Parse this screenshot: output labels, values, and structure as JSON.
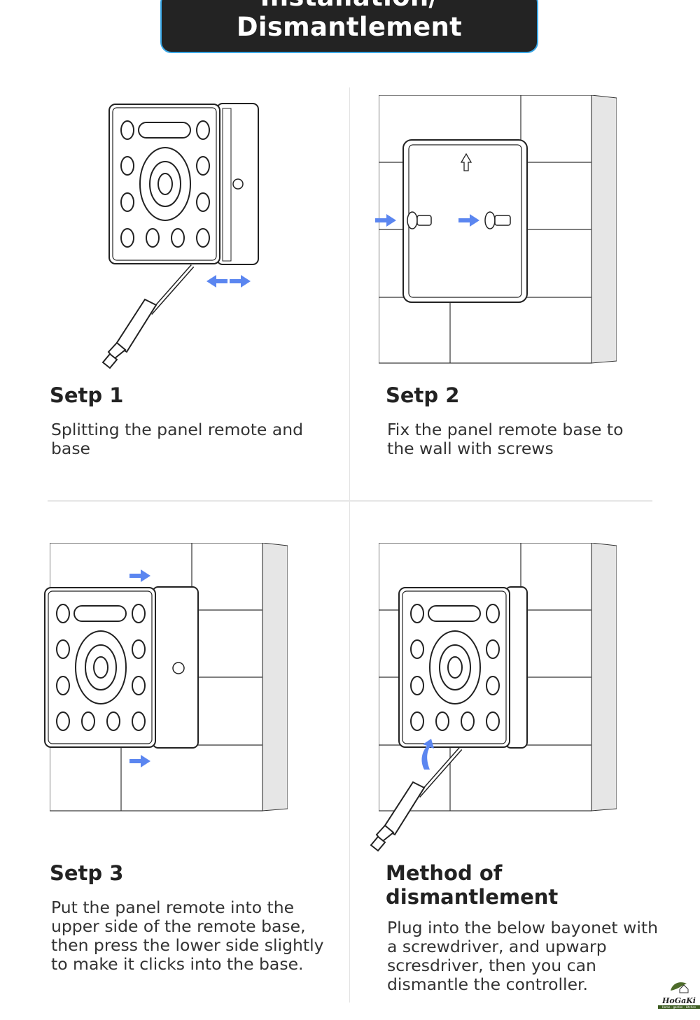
{
  "header": {
    "title": "Installation/ Dismantlement"
  },
  "steps": [
    {
      "title": "Setp 1",
      "lines": [
        "Splitting the panel remote and",
        "base"
      ]
    },
    {
      "title": "Setp 2",
      "lines": [
        "Fix the panel remote base to",
        "the wall with screws"
      ]
    },
    {
      "title": "Setp 3",
      "lines": [
        "Put the panel remote into the",
        "upper side of the remote base,",
        "then press the lower side slightly",
        "to make it clicks into the base."
      ]
    },
    {
      "title_lines": [
        "Method of",
        "dismantlement"
      ],
      "lines": [
        "Plug into the below bayonet with",
        "a screwdriver, and upwarp",
        "scresdriver, then you can",
        "dismantle the controller."
      ]
    }
  ],
  "logo": {
    "name": "HoGaKi",
    "tagline": "Home - garden - kitchen"
  },
  "colors": {
    "arrow": "#5b86f0",
    "banner": "#232323",
    "banner_border": "#3aa7e6"
  }
}
